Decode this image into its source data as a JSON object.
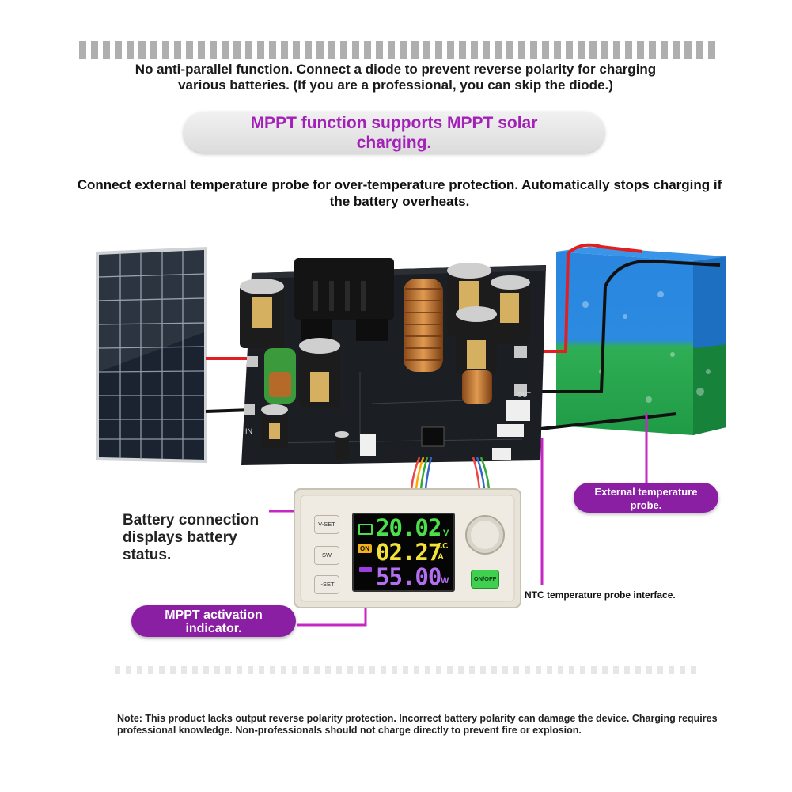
{
  "header": {
    "line1": "No anti-parallel function. Connect a diode to prevent reverse polarity for charging",
    "line2": "various batteries. (If you are a professional, you can skip the diode.)"
  },
  "banner": {
    "line1": "MPPT function supports MPPT solar",
    "line2": "charging."
  },
  "temperature_text": {
    "line1": "Connect external temperature probe for over-temperature protection. Automatically stops charging if",
    "line2": "the battery overheats."
  },
  "callouts": {
    "external_probe_1": "External temperature",
    "external_probe_2": "probe.",
    "battery_status_1": "Battery connection",
    "battery_status_2": "displays battery",
    "battery_status_3": "status.",
    "mppt_indicator_1": "MPPT activation",
    "mppt_indicator_2": "indicator.",
    "ntc_interface": "NTC temperature probe interface."
  },
  "board_labels": {
    "in": "IN",
    "out": "OUT"
  },
  "display": {
    "voltage": "20.02",
    "voltage_unit": "V",
    "current": "02.27",
    "current_unit": "A",
    "power": "55.00",
    "power_unit": "W",
    "on_badge": "ON",
    "cc_badge": "CC",
    "buttons": {
      "vset": "V-SET",
      "sw": "SW",
      "iset": "I-SET",
      "onoff": "ON/OFF"
    }
  },
  "colors": {
    "accent_purple": "#8a1fa4",
    "banner_text": "#a321b8",
    "voltage_green": "#4be04b",
    "current_yellow": "#f2e23a",
    "power_purple": "#b26ff2",
    "wire_red": "#e02020",
    "wire_black": "#111111"
  },
  "note": {
    "line1": "Note: This product lacks output reverse polarity protection. Incorrect battery polarity can damage the device. Charging requires",
    "line2": "professional knowledge. Non-professionals should not charge directly to prevent fire or explosion."
  }
}
